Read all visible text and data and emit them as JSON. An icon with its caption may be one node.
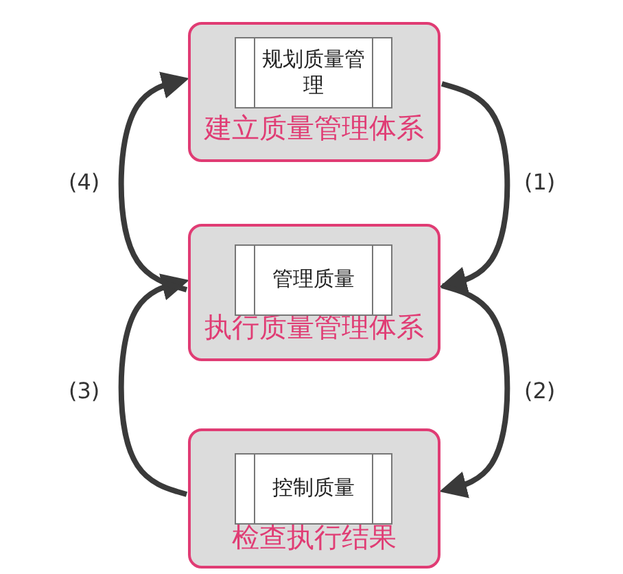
{
  "diagram": {
    "nodes": [
      {
        "text": [
          "建立质量管理体系"
        ]
      },
      {
        "text": [
          "规划质量管理"
        ],
        "in": 0
      },
      {
        "text": [
          "执行质量管理体系"
        ]
      },
      {
        "text": [
          "管理质量"
        ],
        "in": 2
      },
      {
        "text": [
          "检查执行结果"
        ]
      },
      {
        "text": [
          "控制质量"
        ],
        "in": 4
      }
    ],
    "edges": [
      {
        "from": 0,
        "to": 2,
        "arrow": "to",
        "label": "(1)"
      },
      {
        "from": 2,
        "to": 4,
        "arrow": "to",
        "label": "(2)"
      },
      {
        "from": 4,
        "to": 2,
        "arrow": "to",
        "label": "(3)"
      },
      {
        "from": 2,
        "to": 0,
        "arrow": "to",
        "label": "(4)"
      }
    ]
  }
}
